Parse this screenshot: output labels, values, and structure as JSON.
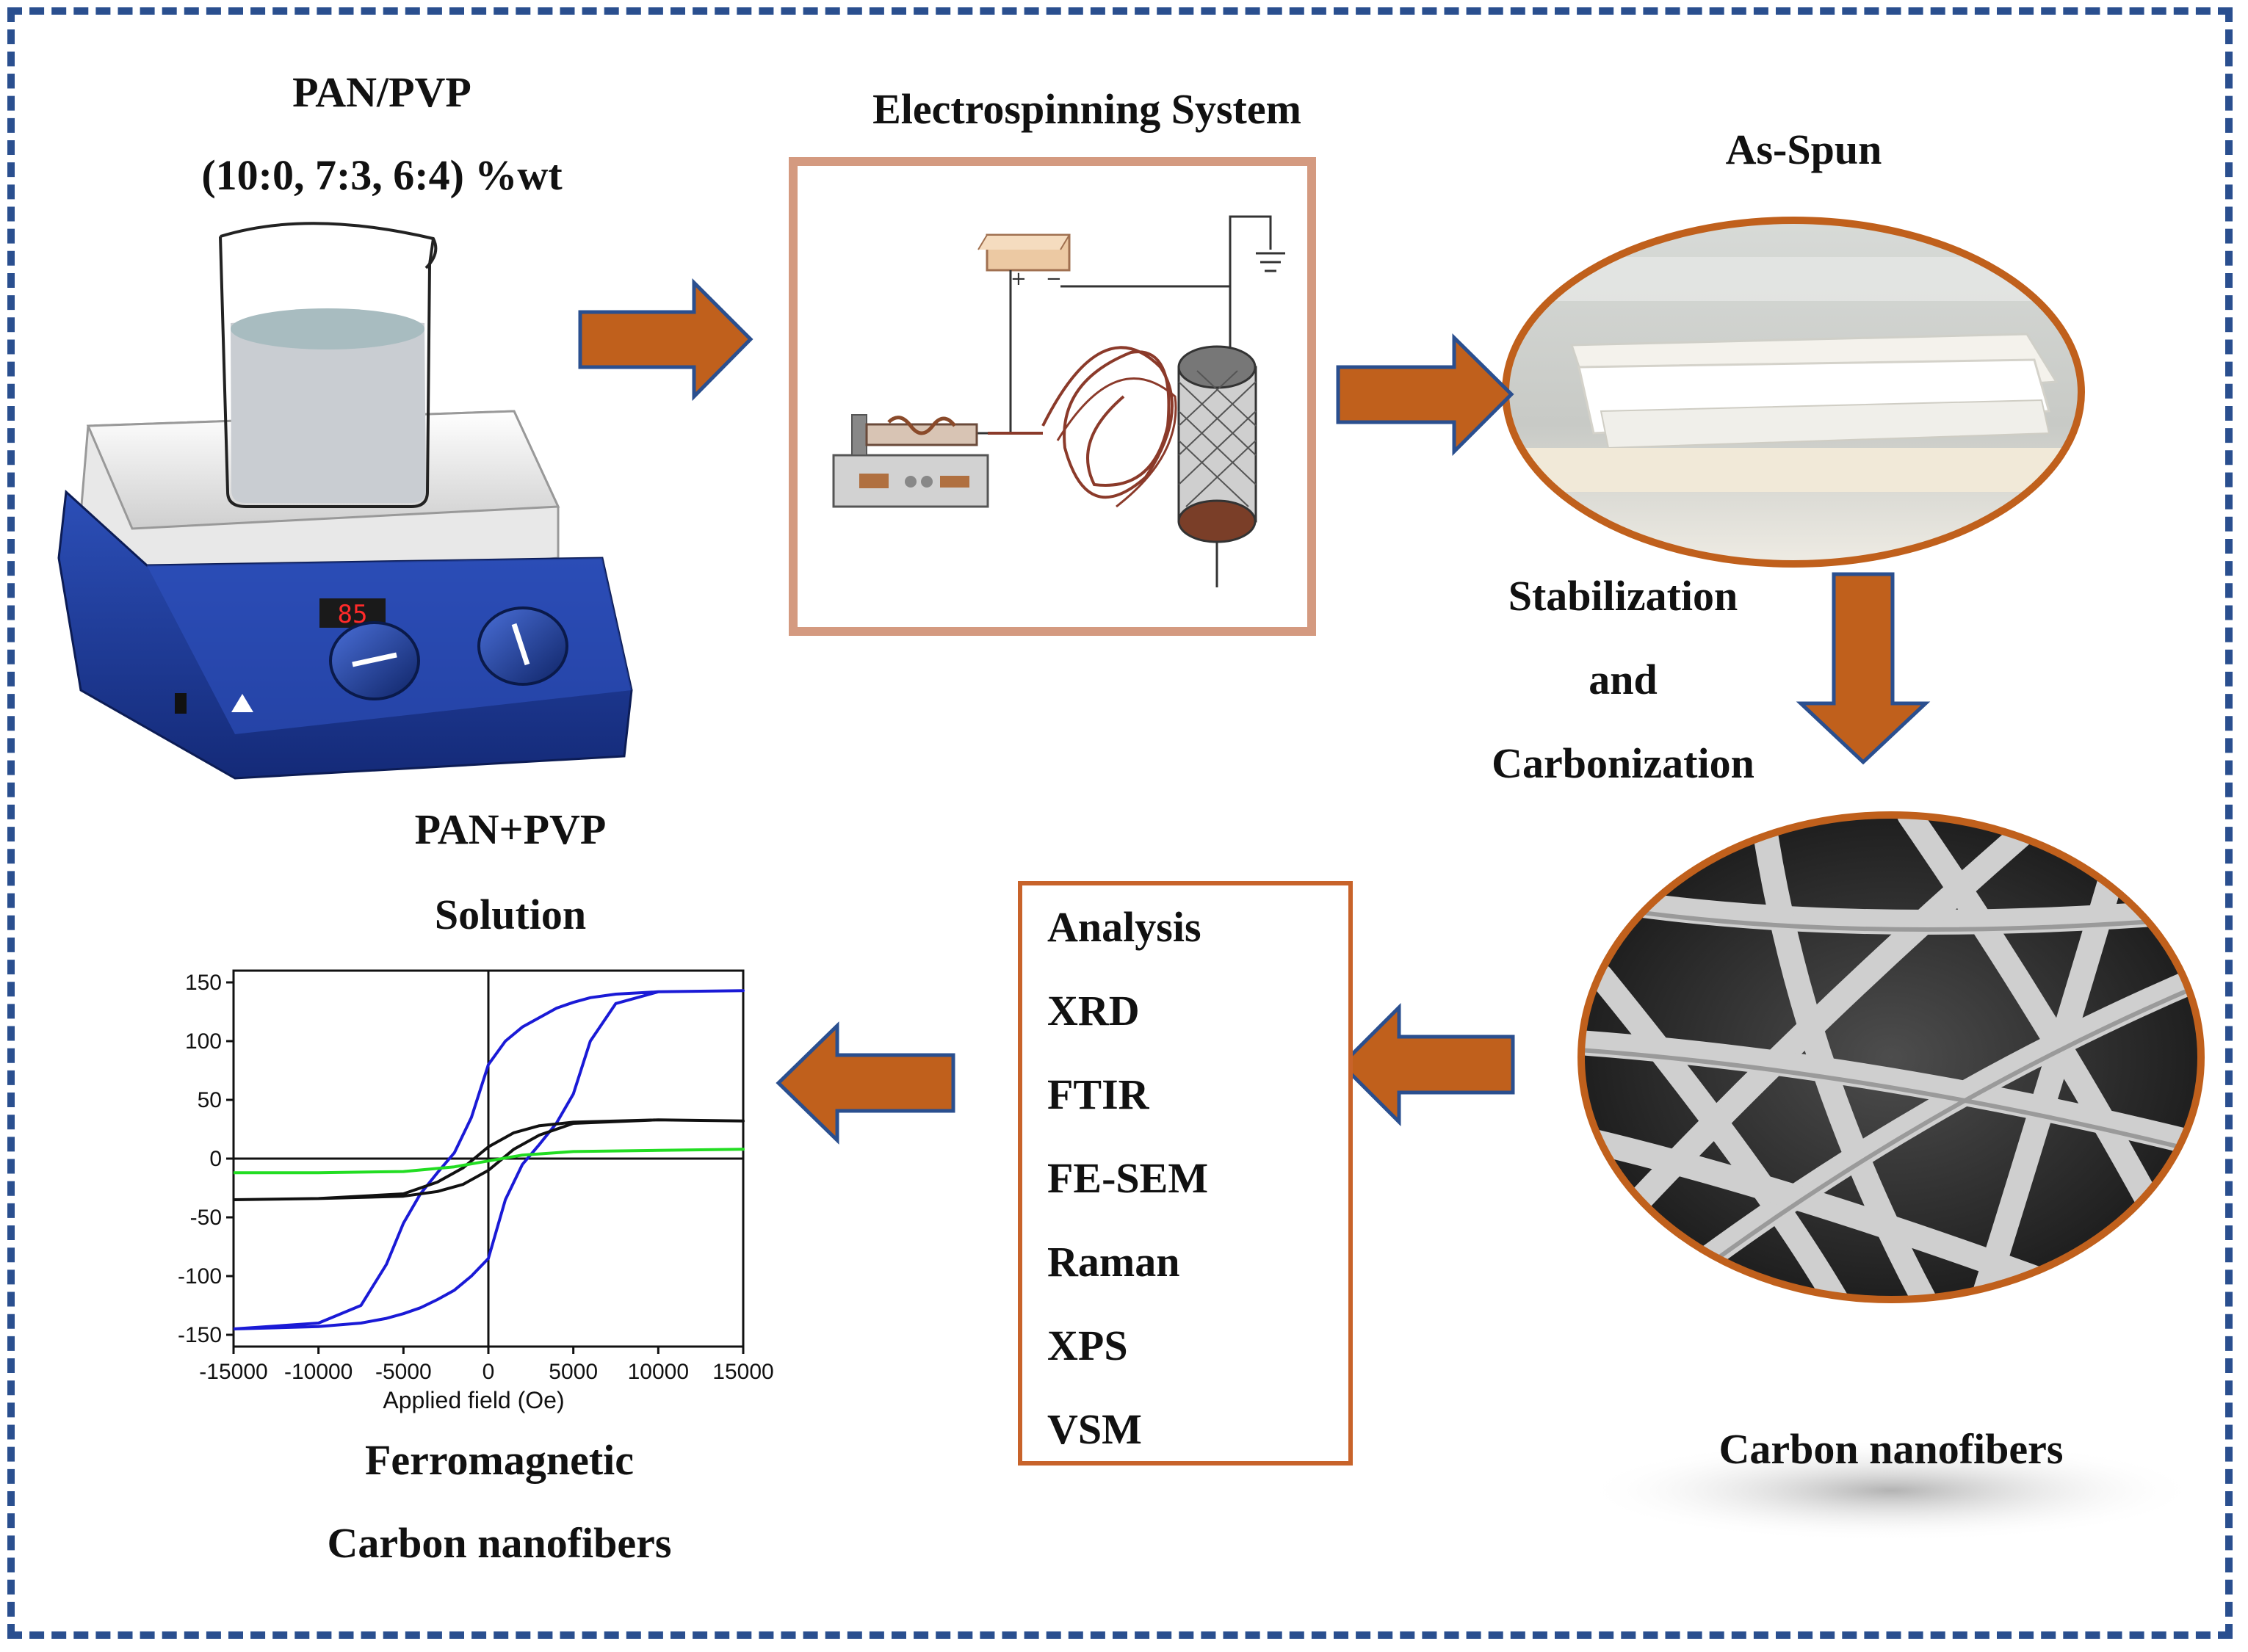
{
  "labels": {
    "pan_pvp": "PAN/PVP",
    "ratio": "(10:0, 7:3, 6:4) %wt",
    "electrospinning": "Electrospinning System",
    "as_spun": "As-Spun",
    "stabilization_1": "Stabilization",
    "stabilization_2": "and",
    "stabilization_3": "Carbonization",
    "solution_1": "PAN+PVP",
    "solution_2": "Solution",
    "carbon_nanofibers": "Carbon nanofibers",
    "ferro_1": "Ferromagnetic",
    "ferro_2": "Carbon nanofibers"
  },
  "hotplate_display": "85",
  "analysis": [
    "Analysis",
    "XRD",
    "FTIR",
    "FE-SEM",
    "Raman",
    "XPS",
    "VSM"
  ],
  "colors": {
    "arrow": "#c0601c",
    "frame": "#2a4f8f",
    "box_border": "#c8632a"
  },
  "chart_data": {
    "type": "line",
    "xlabel": "Applied field (Oe)",
    "ylabel": "",
    "xlim": [
      -15000,
      15000
    ],
    "ylim": [
      -160,
      160
    ],
    "xticks": [
      "-15000",
      "-10000",
      "-5000",
      "0",
      "5000",
      "10000",
      "15000"
    ],
    "yticks": [
      "150",
      "100",
      "50",
      "0",
      "-50",
      "-100",
      "-150"
    ],
    "series": [
      {
        "color": "#1a1ad6",
        "x": [
          -15000,
          -10000,
          -7500,
          -6000,
          -5000,
          -4000,
          -3000,
          -2000,
          -1000,
          0,
          1000,
          2000,
          3000,
          4000,
          5000,
          6000,
          7500,
          10000,
          15000,
          10000,
          7500,
          6000,
          5000,
          4000,
          3000,
          2000,
          1000,
          0,
          -1000,
          -2000,
          -3000,
          -4000,
          -5000,
          -6000,
          -7500,
          -10000,
          -15000
        ],
        "y": [
          -145,
          -140,
          -125,
          -90,
          -55,
          -30,
          -12,
          5,
          35,
          80,
          100,
          112,
          120,
          128,
          133,
          137,
          140,
          142,
          143,
          142,
          132,
          100,
          55,
          30,
          12,
          -5,
          -35,
          -85,
          -100,
          -112,
          -120,
          -127,
          -132,
          -136,
          -140,
          -143,
          -145
        ]
      },
      {
        "color": "#111111",
        "x": [
          -15000,
          -10000,
          -5000,
          -3000,
          -1500,
          0,
          1500,
          3000,
          5000,
          10000,
          15000,
          10000,
          5000,
          3000,
          1500,
          0,
          -1500,
          -3000,
          -5000,
          -10000,
          -15000
        ],
        "y": [
          -35,
          -34,
          -30,
          -20,
          -8,
          10,
          22,
          28,
          31,
          33,
          32,
          33,
          30,
          20,
          8,
          -10,
          -22,
          -28,
          -32,
          -34,
          -35
        ]
      },
      {
        "color": "#22dd22",
        "x": [
          -15000,
          -10000,
          -5000,
          -2000,
          0,
          2000,
          5000,
          10000,
          15000,
          10000,
          5000,
          2000,
          0,
          -2000,
          -5000,
          -10000,
          -15000
        ],
        "y": [
          -12,
          -12,
          -11,
          -7,
          -2,
          3,
          6,
          7,
          8,
          7,
          6,
          3,
          -2,
          -7,
          -11,
          -12,
          -12
        ]
      }
    ]
  }
}
